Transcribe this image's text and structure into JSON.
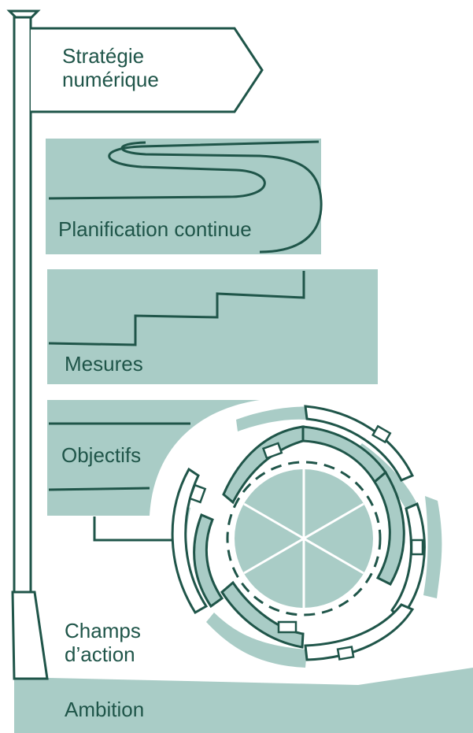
{
  "labels": {
    "strategy_line1": "Stratégie",
    "strategy_line2": "numérique",
    "planning": "Planification continue",
    "measures": "Mesures",
    "objectives": "Objectifs",
    "fields_line1": "Champs",
    "fields_line2": "d’action",
    "ambition": "Ambition"
  },
  "colors": {
    "dark": "#1f5549",
    "light": "#a9ccc6",
    "background": "#ffffff"
  }
}
